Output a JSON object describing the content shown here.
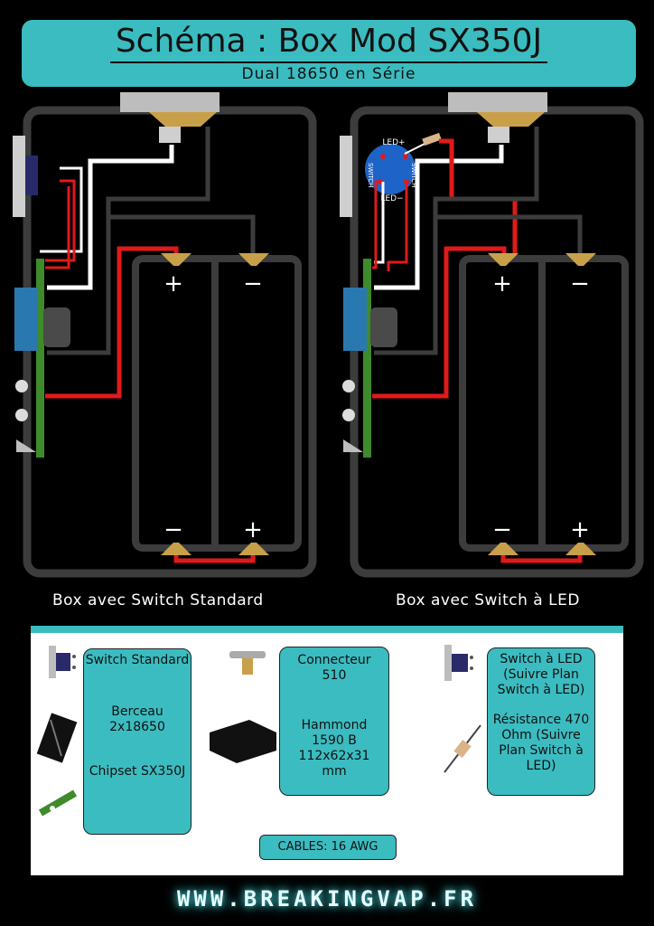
{
  "header": {
    "title": "Schéma : Box Mod SX350J",
    "subtitle": "Dual 18650 en Série"
  },
  "diagram_left": {
    "caption": "Box avec Switch Standard",
    "plus": "+",
    "minus": "−"
  },
  "diagram_right": {
    "caption": "Box avec Switch à LED",
    "plus": "+",
    "minus": "−",
    "led_plus": "LED+",
    "led_minus": "LED−",
    "switch_label": "SWITCH"
  },
  "legend": {
    "switch_standard": "Switch Standard",
    "berceau": "Berceau 2x18650",
    "chipset": "Chipset SX350J",
    "connecteur": "Connecteur 510",
    "hammond": "Hammond 1590 B 112x62x31 mm",
    "switch_led": "Switch à LED (Suivre Plan Switch à LED)",
    "resistance": "Résistance 470 Ohm (Suivre Plan Switch à LED)",
    "cables": "CABLES: 16 AWG"
  },
  "footer": {
    "website": "WWW.BREAKINGVAP.FR"
  },
  "colors": {
    "accent": "#3bbcc0",
    "wire_red": "#e01a1a",
    "wire_white": "#ffffff",
    "wire_gray": "#3c3c3c",
    "pcb_green": "#3f8a2a"
  }
}
